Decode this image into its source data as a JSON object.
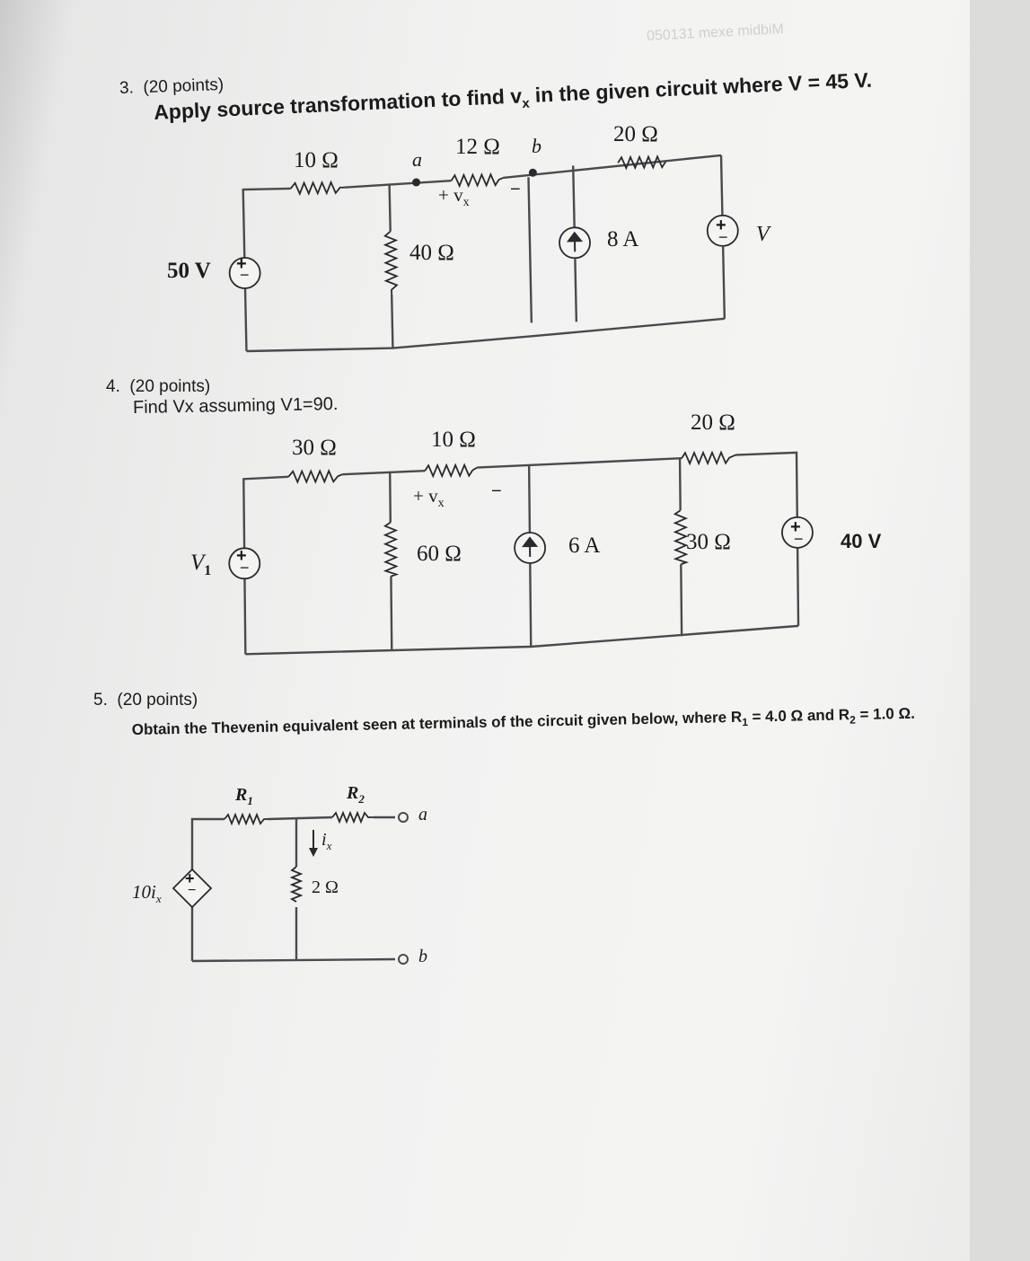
{
  "watermark": {
    "text": "050131 mexe midbiM"
  },
  "q3": {
    "number": "3.",
    "points": "(20 points)",
    "statement": "Apply source transformation to find v",
    "statement_sub": "x",
    "statement_tail": " in the given circuit where V = 45 V.",
    "labels": {
      "r10": "10 Ω",
      "r12": "12 Ω",
      "r20": "20 Ω",
      "r40": "40 Ω",
      "node_a": "a",
      "node_b": "b",
      "vx": "+ v",
      "vx_sub": "x",
      "minus": "−",
      "src50": "50 V",
      "cur8": "8 A",
      "vsrc": "V"
    }
  },
  "q4": {
    "number": "4.",
    "points": "(20 points)",
    "statement": "Find Vx assuming V1=90.",
    "labels": {
      "r30": "30 Ω",
      "r10": "10 Ω",
      "r20": "20 Ω",
      "r60": "60 Ω",
      "r30b": "30 Ω",
      "vx": "+ v",
      "vx_sub": "x",
      "minus": "−",
      "v1": "V",
      "v1_sub": "1",
      "cur6": "6 A",
      "src40": "40 V"
    }
  },
  "q5": {
    "number": "5.",
    "points": "(20 points)",
    "statement": "Obtain the Thevenin equivalent seen at terminals of the circuit given below, where R",
    "statement_mid": " = 4.0 Ω and R",
    "statement_tail": " = 1.0 Ω.",
    "sub1": "1",
    "sub2": "2",
    "labels": {
      "r1": "R",
      "r1_sub": "1",
      "r2": "R",
      "r2_sub": "2",
      "ix": "i",
      "ix_sub": "x",
      "r2ohm": "2 Ω",
      "dep": "10i",
      "dep_sub": "x",
      "term_a": "a",
      "term_b": "b"
    }
  }
}
